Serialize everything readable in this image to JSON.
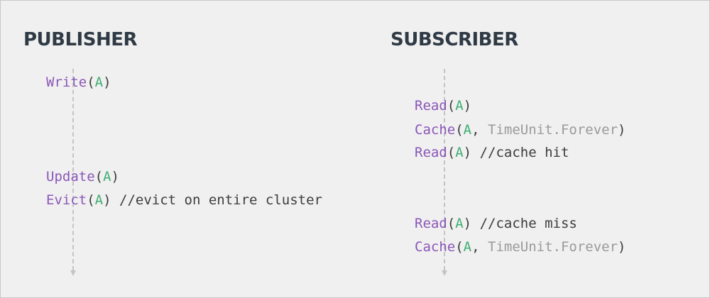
{
  "publisher": {
    "title": "PUBLISHER",
    "lines": [
      {
        "fn": "Write",
        "arg": "A",
        "close": ")",
        "comment": ""
      },
      {
        "fn": "Update",
        "arg": "A",
        "close": ")",
        "comment": ""
      },
      {
        "fn": "Evict",
        "arg": "A",
        "close": ")",
        "comment": " //evict on entire cluster"
      }
    ]
  },
  "subscriber": {
    "title": "SUBSCRIBER",
    "lines": [
      {
        "fn": "Read",
        "arg": "A",
        "extra": "",
        "close": ")",
        "comment": ""
      },
      {
        "fn": "Cache",
        "arg": "A",
        "extra": "TimeUnit.Forever",
        "close": ")",
        "comment": ""
      },
      {
        "fn": "Read",
        "arg": "A",
        "extra": "",
        "close": ")",
        "comment": " //cache hit"
      },
      {
        "fn": "Read",
        "arg": "A",
        "extra": "",
        "close": ")",
        "comment": " //cache miss"
      },
      {
        "fn": "Cache",
        "arg": "A",
        "extra": "TimeUnit.Forever",
        "close": ")",
        "comment": ""
      }
    ]
  },
  "colors": {
    "function": "#8a56b8",
    "argument": "#3fae72",
    "muted": "#9a9a9a",
    "title": "#2f3a45",
    "timeline": "#c4c4c4"
  }
}
